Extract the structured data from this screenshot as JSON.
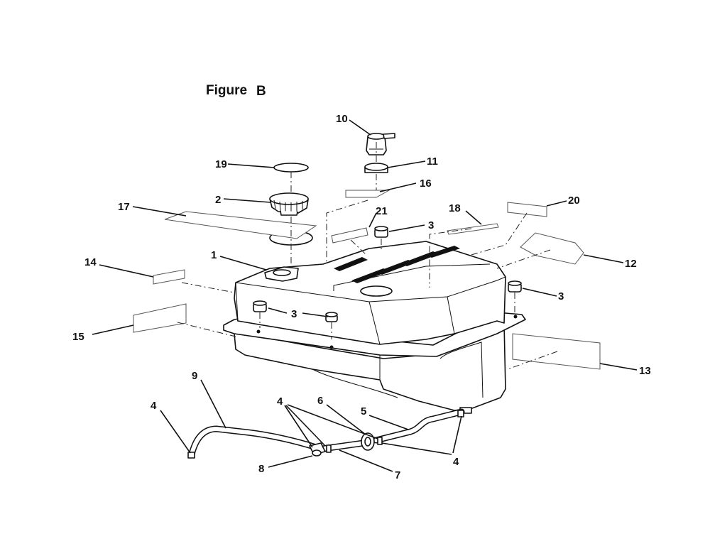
{
  "figure": {
    "title": "Figure",
    "letter": "B"
  },
  "callouts": {
    "c1": "1",
    "c2": "2",
    "c3a": "3",
    "c3b": "3",
    "c3c": "3",
    "c4a": "4",
    "c4b": "4",
    "c4c": "4",
    "c5": "5",
    "c6": "6",
    "c7": "7",
    "c8": "8",
    "c9": "9",
    "c10": "10",
    "c11": "11",
    "c12": "12",
    "c13": "13",
    "c14": "14",
    "c15": "15",
    "c16": "16",
    "c17": "17",
    "c18": "18",
    "c19": "19",
    "c20": "20",
    "c21": "21"
  }
}
